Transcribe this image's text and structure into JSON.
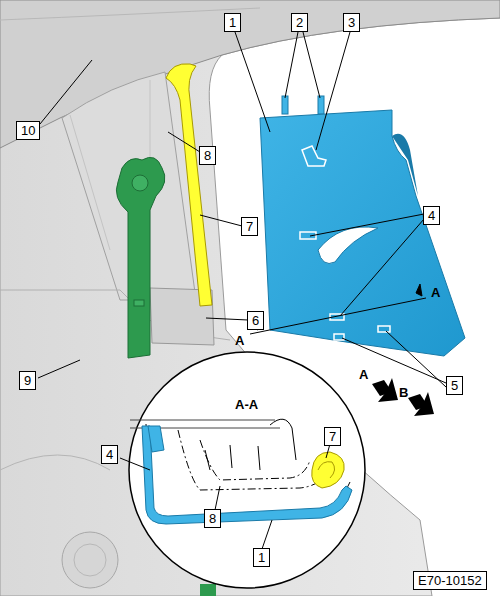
{
  "diagram": {
    "labels": [
      "1",
      "2",
      "3",
      "10",
      "8",
      "4",
      "7",
      "A",
      "A",
      "6",
      "9",
      "A",
      "5",
      "B",
      "A-A",
      "7",
      "4",
      "8",
      "1",
      "E70-10152"
    ]
  }
}
